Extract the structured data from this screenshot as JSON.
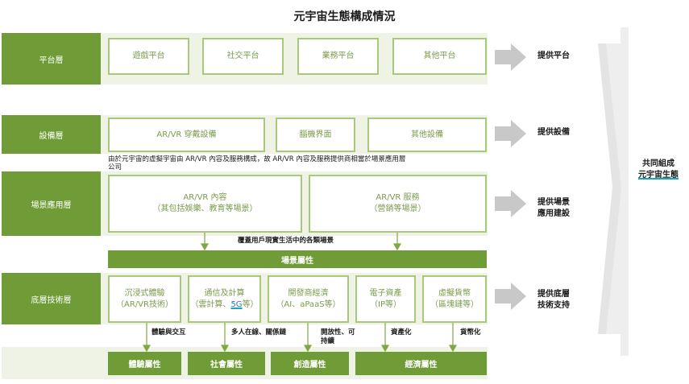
{
  "title": "元宇宙生態構成情況",
  "layers": {
    "platform": {
      "label": "平台層",
      "nodes": [
        "遊戲平台",
        "社交平台",
        "業務平台",
        "其他平台"
      ],
      "outcome": [
        "提供平台"
      ]
    },
    "device": {
      "label": "設備層",
      "nodes": [
        "AR/VR 穿戴設備",
        "腦機界面",
        "其他設備"
      ],
      "outcome": [
        "提供設備"
      ],
      "note": [
        "由於元宇宙的虛擬宇宙由 AR/VR 內容及服務構成，故 AR/VR 內容及服務提供商相當於場景應用層",
        "公司"
      ]
    },
    "scene": {
      "label": "場景應用層",
      "nodes": [
        {
          "line1": "AR/VR 內容",
          "line2": "（其包括娛樂、教育等場景）"
        },
        {
          "line1": "AR/VR 服務",
          "line2": "（營銷等場景）"
        }
      ],
      "outcome": [
        "提供場景",
        "應用建設"
      ],
      "caption": "覆蓋用戶現實生活中的各類場景",
      "attribute": "場景屬性"
    },
    "tech": {
      "label": "底層技術層",
      "nodes": [
        {
          "line1": "沉浸式體驗",
          "line2": "（AR/VR技術）"
        },
        {
          "line1": "通信及計算",
          "line2a": "（雲計算、",
          "line2b": "5G",
          "line2c": "等）"
        },
        {
          "line1": "開發商經濟",
          "line2": "（AI、aPaaS等）"
        },
        {
          "line1": "電子資產",
          "line2": "（IP等）"
        },
        {
          "line1": "虛擬貨幣",
          "line2": "（區塊鏈等）"
        }
      ],
      "outcome": [
        "提供底層",
        "技術支持"
      ],
      "edge_labels": [
        "體驗與交互",
        "多人在線、關係鏈",
        "開放性、可",
        "持續",
        "資產化",
        "貨幣化"
      ],
      "attributes": [
        "體驗屬性",
        "社會屬性",
        "創造屬性",
        "經濟屬性"
      ]
    }
  },
  "summary": [
    "共同組成",
    "元宇宙生態"
  ],
  "colors": {
    "label_green": "#6f9c36",
    "node_border": "#a9c97a",
    "band": "#eef3e5",
    "arrow_grey": "#c8c8c8",
    "accent_teal": "#1aa7b8",
    "accent_blue": "#2f6fc1"
  }
}
